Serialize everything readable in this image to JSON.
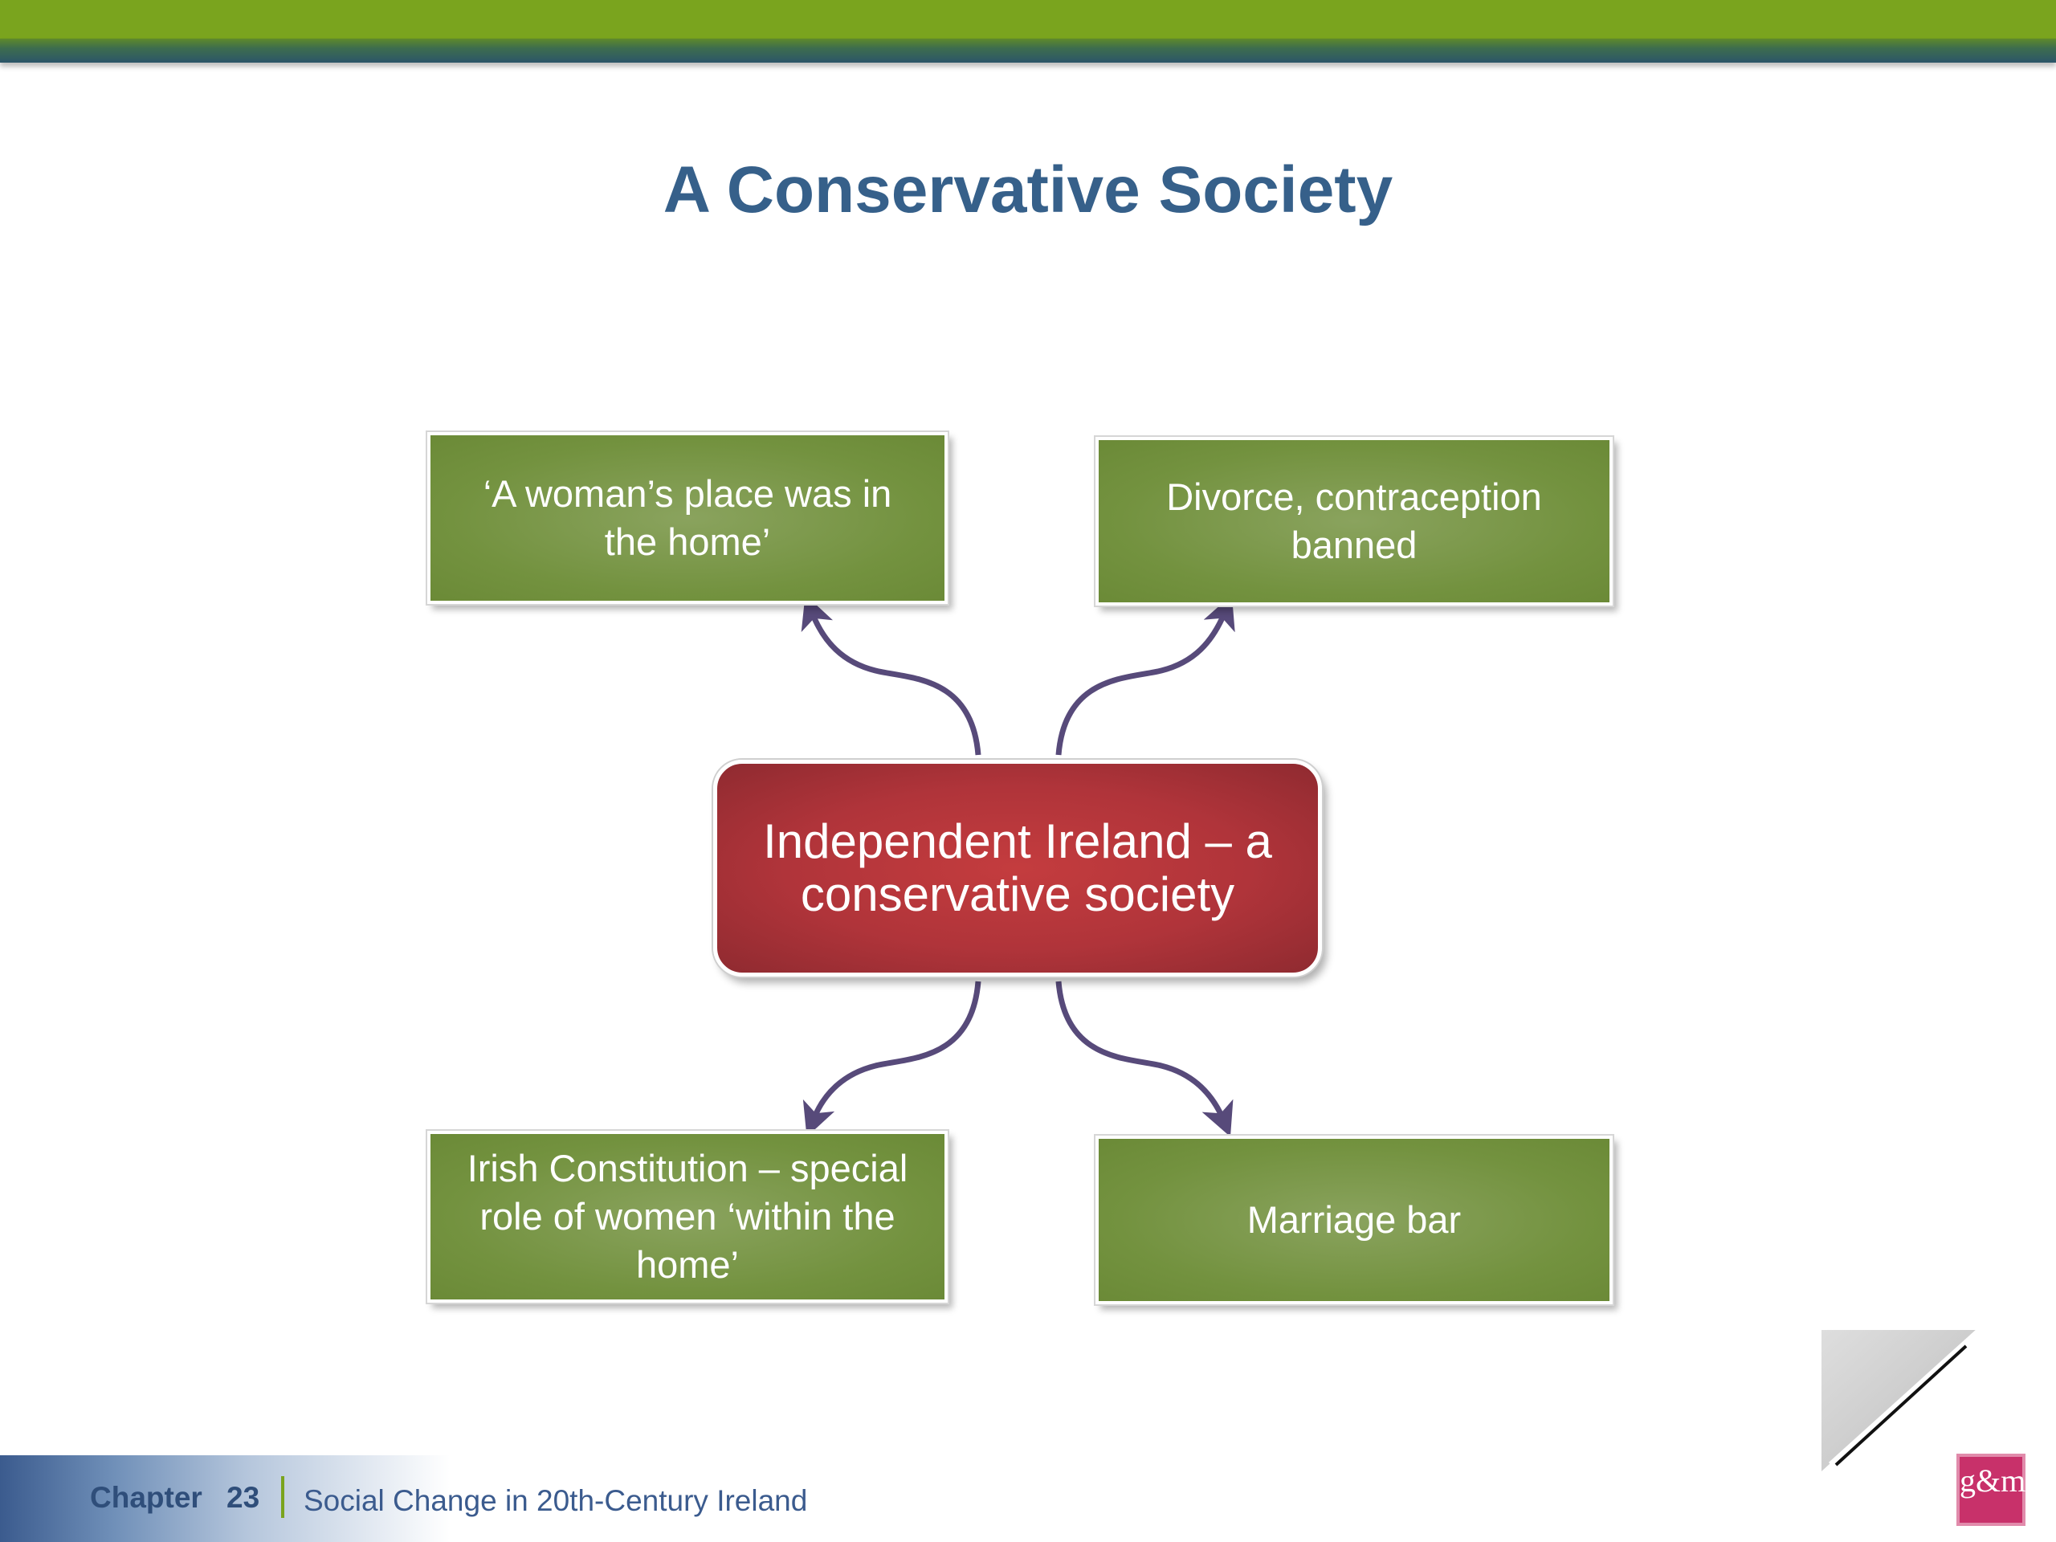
{
  "title": "A Conservative Society",
  "diagram": {
    "center": "Independent Ireland – a conservative society",
    "boxes": [
      "‘A woman’s place was in the home’",
      "Divorce, contraception banned",
      "Irish Constitution – special role of women ‘within the home’",
      "Marriage bar"
    ]
  },
  "footer": {
    "chapter_label": "Chapter",
    "chapter_number": "23",
    "subject": "Social Change in 20th-Century Ireland"
  },
  "logo": {
    "text": "g&m"
  },
  "colors": {
    "title": "#36608a",
    "box_green": "#73923f",
    "center_red": "#b0343a",
    "arrow_purple": "#574a7a",
    "header_green": "#7aa41e"
  },
  "icons": {
    "page_curl": "page-curl-icon",
    "logo": "gm-logo-icon"
  }
}
